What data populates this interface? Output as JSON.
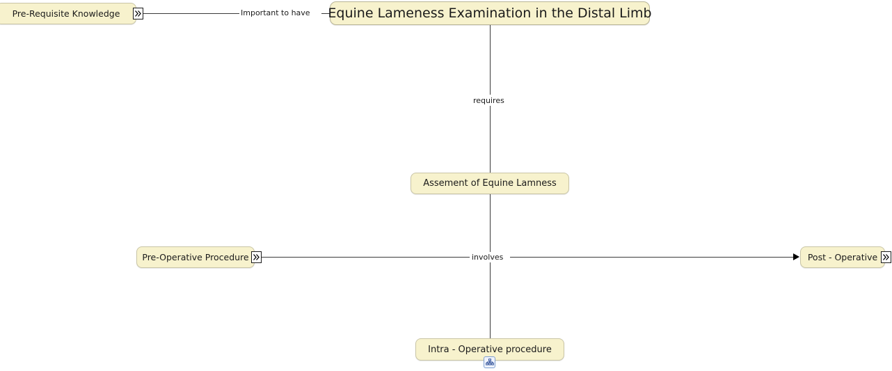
{
  "diagram": {
    "type": "mind-map",
    "background_color": "#ffffff",
    "node_fill_color": "#f7f2cd",
    "node_border_color": "#c9c5a6",
    "line_color": "#3a3a3a",
    "root": {
      "label": "Equine Lameness Examination in the Distal Limb"
    },
    "nodes": [
      {
        "id": "pre-requisite-knowledge",
        "label": "Pre-Requisite Knowledge",
        "expander_icon": "double-chevron-right-icon",
        "collapsed": true
      },
      {
        "id": "assement-of-equine-lamness",
        "label": "Assement of Equine Lamness",
        "expander_icon": null,
        "collapsed": false
      },
      {
        "id": "pre-operative-procedure",
        "label": "Pre-Operative Procedure",
        "expander_icon": "double-chevron-right-icon",
        "collapsed": true
      },
      {
        "id": "post-operative",
        "label": "Post - Operative",
        "expander_icon": "double-chevron-right-icon",
        "collapsed": true
      },
      {
        "id": "intra-operative-procedure",
        "label": "Intra - Operative procedure",
        "expander_icon": null,
        "collapsed": false,
        "badge_icon": "hierarchy-tree-icon"
      }
    ],
    "edges": [
      {
        "id": "edge-important-to-have",
        "label": "Important to have",
        "from": "pre-requisite-knowledge",
        "to": "root",
        "arrow": false
      },
      {
        "id": "edge-requires",
        "label": "requires",
        "from": "root",
        "to": "assement-of-equine-lamness",
        "arrow": false
      },
      {
        "id": "edge-involves",
        "label": "involves",
        "from": "pre-operative-procedure",
        "to": "post-operative",
        "arrow": true
      }
    ]
  }
}
